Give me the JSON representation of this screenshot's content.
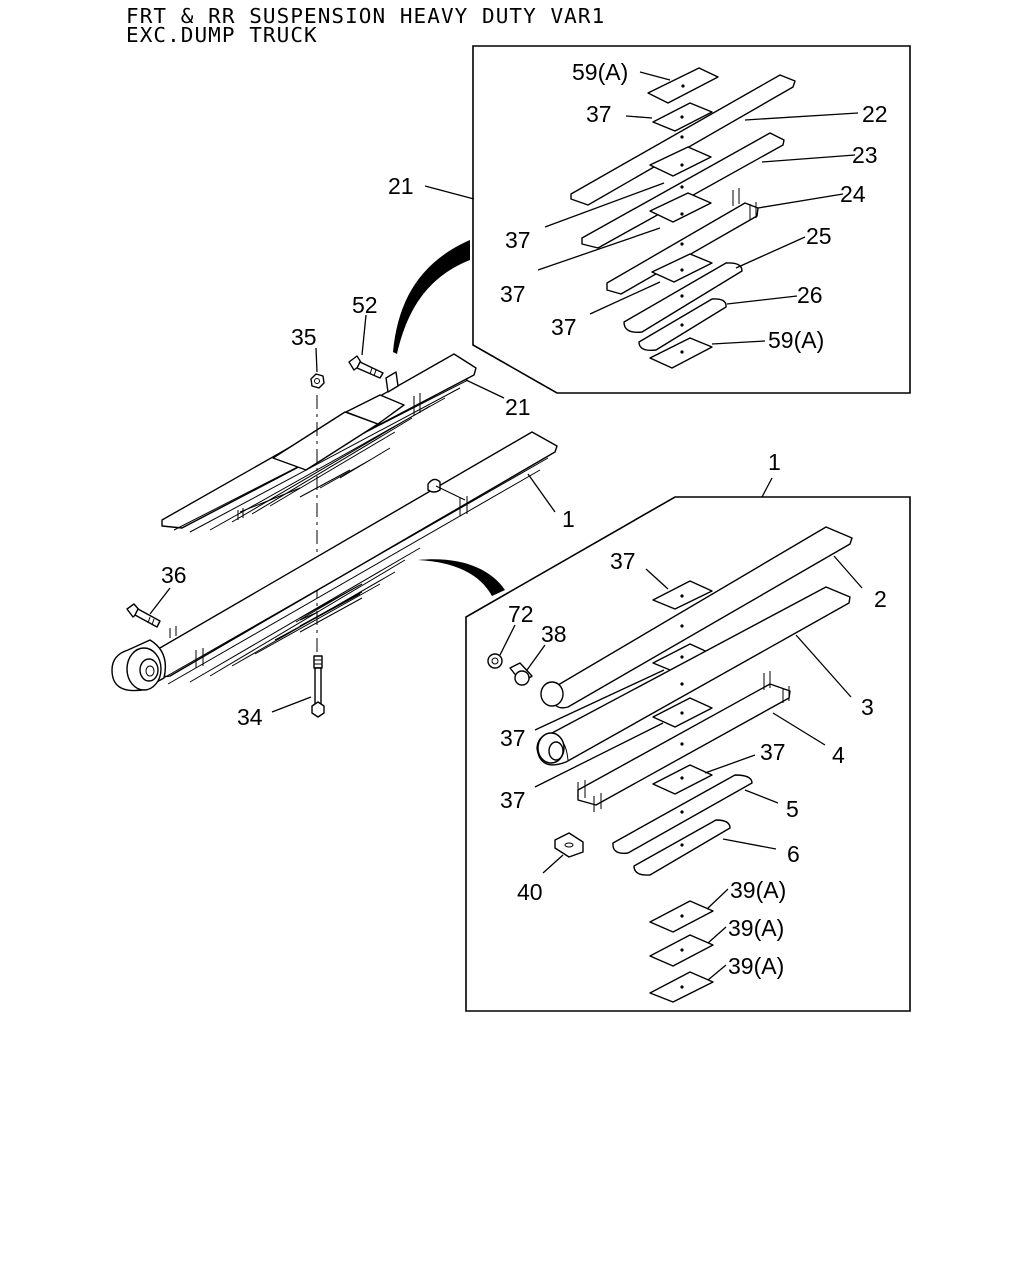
{
  "header": {
    "title_line1": "FRT & RR SUSPENSION HEAVY DUTY VAR1",
    "title_line2": "EXC.DUMP TRUCK"
  },
  "callouts": {
    "c59a_top": "59(A)",
    "c37_a": "37",
    "c22": "22",
    "c23": "23",
    "c21_box": "21",
    "c37_b": "37",
    "c24": "24",
    "c25": "25",
    "c37_c": "37",
    "c26": "26",
    "c37_d": "37",
    "c59a_bot": "59(A)",
    "c52": "52",
    "c35": "35",
    "c21": "21",
    "c1_top": "1",
    "c1": "1",
    "c36": "36",
    "c34": "34",
    "c37_e": "37",
    "c2": "2",
    "c72": "72",
    "c38": "38",
    "c3": "3",
    "c37_f": "37",
    "c4": "4",
    "c37_g": "37",
    "c37_h": "37",
    "c5": "5",
    "c6": "6",
    "c40": "40",
    "c39a_1": "39(A)",
    "c39a_2": "39(A)",
    "c39a_3": "39(A)"
  }
}
